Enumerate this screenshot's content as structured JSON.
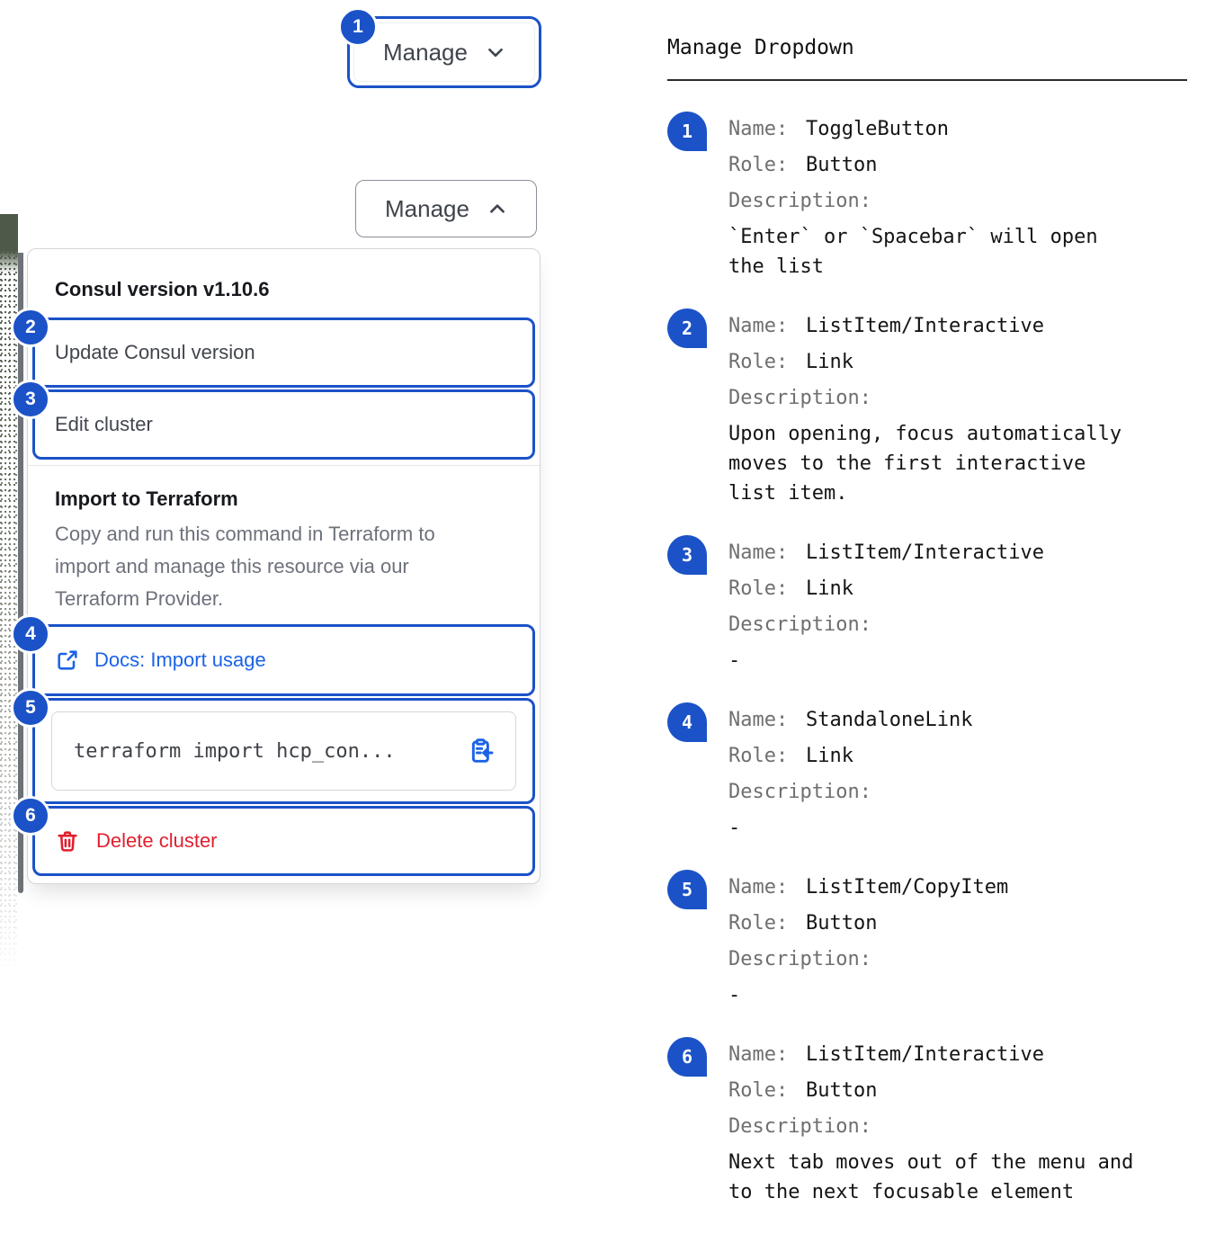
{
  "colors": {
    "accent": "#1b52c7",
    "link": "#1c63e6",
    "danger": "#e01f2f"
  },
  "toggle_button_closed": {
    "label": "Manage",
    "badge": "1",
    "chevron": "chevron-down"
  },
  "toggle_button_open": {
    "label": "Manage",
    "chevron": "chevron-up"
  },
  "dropdown": {
    "version_header": "Consul version v1.10.6",
    "update_item": {
      "label": "Update Consul version",
      "badge": "2"
    },
    "edit_item": {
      "label": "Edit cluster",
      "badge": "3"
    },
    "import_section": {
      "title": "Import to Terraform",
      "description": "Copy and run this command in Terraform to import and manage this resource via our Terraform Provider."
    },
    "docs_link": {
      "label": "Docs: Import usage",
      "badge": "4",
      "icon": "external-link-icon"
    },
    "copy_item": {
      "code": "terraform import hcp_con...",
      "badge": "5",
      "icon": "clipboard-copy-icon"
    },
    "delete_item": {
      "label": "Delete cluster",
      "badge": "6",
      "icon": "trash-icon"
    }
  },
  "legend": {
    "title": "Manage Dropdown",
    "labels": {
      "name": "Name:",
      "role": "Role:",
      "description": "Description:"
    },
    "items": [
      {
        "badge": "1",
        "name": "ToggleButton",
        "role": "Button",
        "description": "`Enter` or `Spacebar` will open the list"
      },
      {
        "badge": "2",
        "name": "ListItem/Interactive",
        "role": "Link",
        "description": "Upon opening, focus automatically moves to the first interactive list item."
      },
      {
        "badge": "3",
        "name": "ListItem/Interactive",
        "role": "Link",
        "description": "-"
      },
      {
        "badge": "4",
        "name": "StandaloneLink",
        "role": "Link",
        "description": "-"
      },
      {
        "badge": "5",
        "name": "ListItem/CopyItem",
        "role": "Button",
        "description": "-"
      },
      {
        "badge": "6",
        "name": "ListItem/Interactive",
        "role": "Button",
        "description": "Next tab moves out of the menu and to the next focusable element"
      }
    ]
  }
}
